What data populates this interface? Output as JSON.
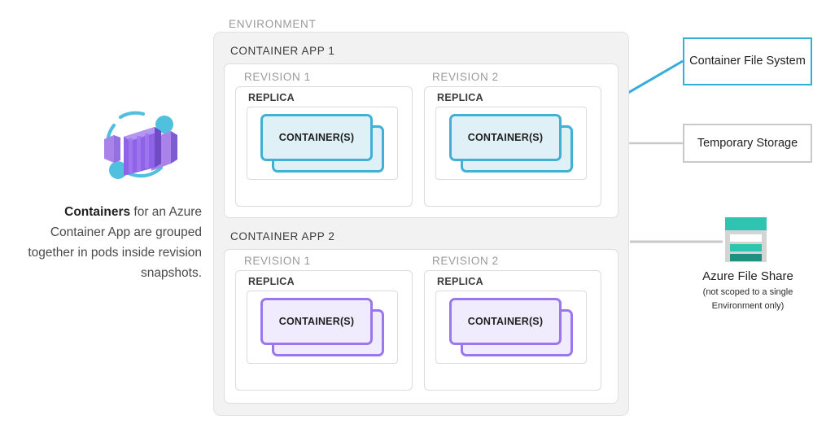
{
  "left_panel": {
    "logo_name": "azure-container-apps-logo",
    "caption_bold": "Containers",
    "caption_rest": " for an Azure Container App are grouped together in pods inside revision snapshots."
  },
  "environment": {
    "label": "ENVIRONMENT",
    "apps": [
      {
        "title": "CONTAINER APP 1",
        "accent": "#42b0d5",
        "revisions": [
          {
            "label": "REVISION 1",
            "replica_label": "REPLICA",
            "container_label": "CONTAINER(S)"
          },
          {
            "label": "REVISION 2",
            "replica_label": "REPLICA",
            "container_label": "CONTAINER(S)"
          }
        ]
      },
      {
        "title": "CONTAINER APP 2",
        "accent": "#9a77ea",
        "revisions": [
          {
            "label": "REVISION 1",
            "replica_label": "REPLICA",
            "container_label": "CONTAINER(S)"
          },
          {
            "label": "REVISION 2",
            "replica_label": "REPLICA",
            "container_label": "CONTAINER(S)"
          }
        ]
      }
    ]
  },
  "callouts": {
    "container_file_system": "Container File System",
    "temporary_storage": "Temporary Storage"
  },
  "file_share": {
    "icon_name": "azure-file-share-icon",
    "title": "Azure File Share",
    "subtitle_line1": "(not scoped to a single",
    "subtitle_line2": "Environment only)"
  },
  "colors": {
    "blue": "#42b0d5",
    "blue_line": "#35addb",
    "purple": "#9a77ea",
    "teal": "#2ec4b0",
    "teal_dark": "#1f8f80",
    "gray_line": "#c9c9c9",
    "env_fill": "#f2f2f2"
  }
}
